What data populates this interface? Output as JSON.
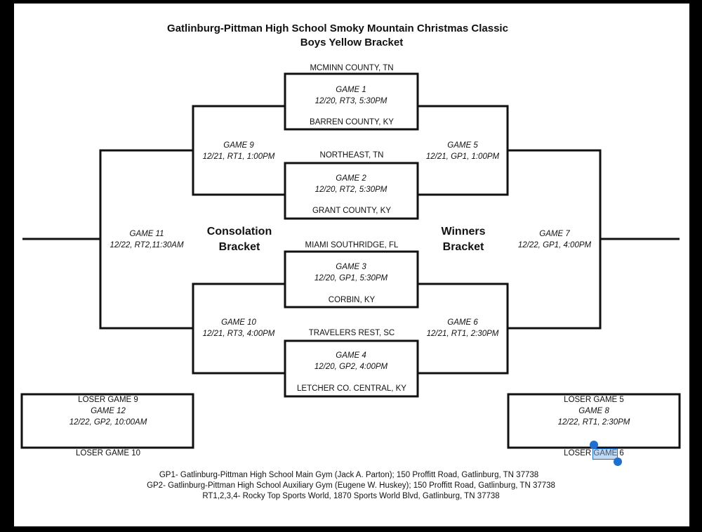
{
  "title_line1": "Gatlinburg-Pittman High School Smoky Mountain Christmas Classic",
  "title_line2": "Boys Yellow Bracket",
  "teams": {
    "t1": "MCMINN COUNTY, TN",
    "t2": "BARREN COUNTY, KY",
    "t3": "NORTHEAST, TN",
    "t4": "GRANT COUNTY, KY",
    "t5": "MIAMI SOUTHRIDGE, FL",
    "t6": "CORBIN, KY",
    "t7": "TRAVELERS REST, SC",
    "t8": "LETCHER CO. CENTRAL, KY"
  },
  "games": {
    "g1": {
      "name": "GAME 1",
      "info": "12/20, RT3, 5:30PM"
    },
    "g2": {
      "name": "GAME 2",
      "info": "12/20, RT2, 5:30PM"
    },
    "g3": {
      "name": "GAME 3",
      "info": "12/20, GP1, 5:30PM"
    },
    "g4": {
      "name": "GAME 4",
      "info": "12/20, GP2, 4:00PM"
    },
    "g5": {
      "name": "GAME 5",
      "info": "12/21, GP1, 1:00PM"
    },
    "g6": {
      "name": "GAME 6",
      "info": "12/21, RT1, 2:30PM"
    },
    "g7": {
      "name": "GAME 7",
      "info": "12/22, GP1, 4:00PM"
    },
    "g8": {
      "name": "GAME 8",
      "info": "12/22, RT1, 2:30PM"
    },
    "g9": {
      "name": "GAME 9",
      "info": "12/21, RT1, 1:00PM"
    },
    "g10": {
      "name": "GAME 10",
      "info": "12/21, RT3, 4:00PM"
    },
    "g11": {
      "name": "GAME 11",
      "info": "12/22, RT2,11:30AM"
    },
    "g12": {
      "name": "GAME 12",
      "info": "12/22, GP2, 10:00AM"
    }
  },
  "losers": {
    "l9": "LOSER GAME 9",
    "l10": "LOSER GAME 10",
    "l5": "LOSER GAME 5",
    "l6": "LOSER GAME 6"
  },
  "labels": {
    "consolation_1": "Consolation",
    "consolation_2": "Bracket",
    "winners_1": "Winners",
    "winners_2": "Bracket"
  },
  "footer": {
    "gp1": "GP1- Gatlinburg-Pittman High School Main Gym (Jack A. Parton); 150 Proffitt Road, Gatlinburg, TN 37738",
    "gp2": "GP2- Gatlinburg-Pittman High School Auxiliary Gym (Eugene W. Huskey); 150 Proffitt Road, Gatlinburg, TN 37738",
    "rt": "RT1,2,3,4- Rocky Top Sports World, 1870 Sports World Blvd, Gatlinburg, TN 37738"
  },
  "colors": {
    "page": "#ffffff",
    "frame": "#000000",
    "line": "#111111",
    "selection": "#1f6fd1"
  }
}
